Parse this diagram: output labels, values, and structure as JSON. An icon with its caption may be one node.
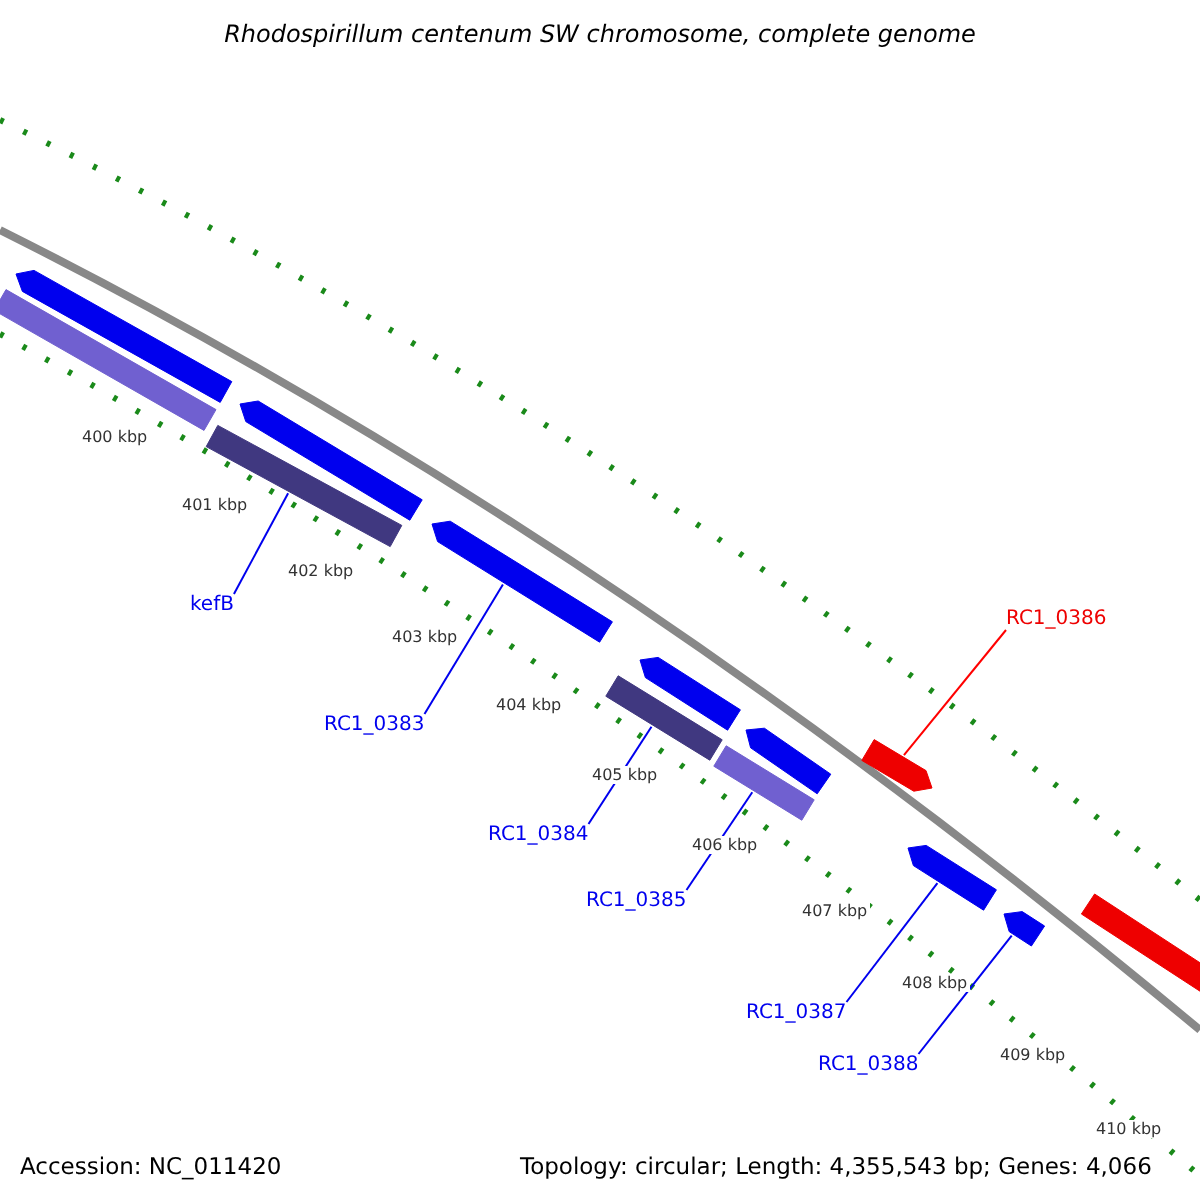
{
  "diagram": {
    "title": "Rhodospirillum centenum SW chromosome, complete genome",
    "nodes": [
      {
        "text": [],
        "shape": "bar"
      },
      {
        "text": [],
        "shape": "bar"
      },
      {
        "text": [],
        "shape": "bar"
      },
      {
        "text": [],
        "shape": "bar"
      },
      {
        "text": [],
        "shape": "bar"
      },
      {
        "text": [],
        "shape": "bar"
      },
      {
        "text": [],
        "shape": "bar"
      },
      {
        "text": [],
        "shape": "bar"
      },
      {
        "text": [],
        "shape": "bar"
      },
      {
        "text": [],
        "shape": "bar"
      },
      {
        "text": [],
        "shape": "bar"
      },
      {
        "text": [],
        "shape": "bar"
      },
      {
        "text": [],
        "shape": "bar"
      },
      {
        "text": [
          "kefB"
        ]
      },
      {
        "text": [
          "RC1_0383"
        ]
      },
      {
        "text": [
          "RC1_0384"
        ]
      },
      {
        "text": [
          "RC1_0385"
        ]
      },
      {
        "text": [
          "RC1_0386"
        ]
      },
      {
        "text": [
          "RC1_0387"
        ]
      },
      {
        "text": [
          "RC1_0388"
        ]
      }
    ],
    "edges": [
      {
        "from": 13,
        "to": 2,
        "arrow": "none"
      },
      {
        "from": 14,
        "to": 4,
        "arrow": "none"
      },
      {
        "from": 15,
        "to": 5,
        "arrow": "none"
      },
      {
        "from": 16,
        "to": 7,
        "arrow": "none"
      },
      {
        "from": 17,
        "to": 9,
        "arrow": "none",
        "color": "#ff0000"
      },
      {
        "from": 18,
        "to": 10,
        "arrow": "none"
      },
      {
        "from": 19,
        "to": 11,
        "arrow": "none"
      }
    ],
    "labels": [
      "400 kbp",
      "401 kbp",
      "402 kbp",
      "403 kbp",
      "404 kbp",
      "405 kbp",
      "406 kbp",
      "407 kbp",
      "408 kbp",
      "409 kbp",
      "410 kbp",
      "Accession: NC_011420",
      "Topology: circular; Length: 4,355,543 bp; Genes: 4,066"
    ]
  }
}
